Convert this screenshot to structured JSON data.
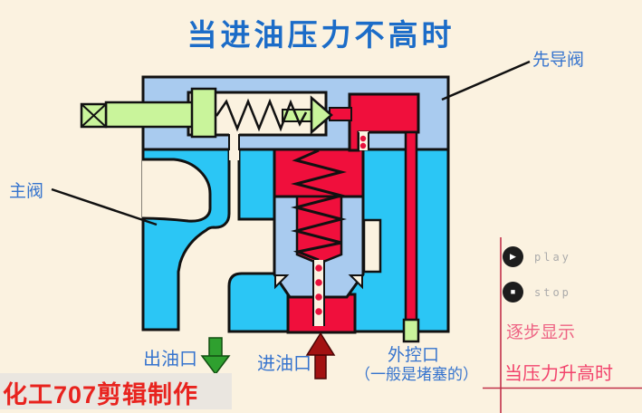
{
  "title": "当进油压力不高时",
  "diagram": {
    "labels": {
      "pilot_valve": "先导阀",
      "main_valve": "主阀",
      "outlet_port": "出油口",
      "inlet_port": "进油口",
      "external_port": "外控口",
      "external_port_note": "（一般是堵塞的）"
    },
    "icons": {
      "outlet_arrow": "down-arrow-green",
      "inlet_arrow": "up-arrow-dark-red"
    }
  },
  "controls": {
    "play_label": "play",
    "stop_label": "stop",
    "play_icon": "▶",
    "stop_icon": "■"
  },
  "captions": {
    "step_hint": "逐步显示",
    "next_step": "当压力升高时"
  },
  "watermark": "化工707剪辑制作",
  "colors": {
    "background": "#FBF2E0",
    "body_light_blue": "#A9CBEF",
    "oil_cyan": "#2BC6F5",
    "pressure_red": "#F00F3C",
    "screw_green": "#C9F49B",
    "title_blue": "#1B6CC8",
    "label_blue": "#3674CE",
    "caption_pink": "#EE6484",
    "panel_line_red": "#C23049",
    "watermark_red": "#E8231E",
    "button_gray": "#ABABAB"
  }
}
